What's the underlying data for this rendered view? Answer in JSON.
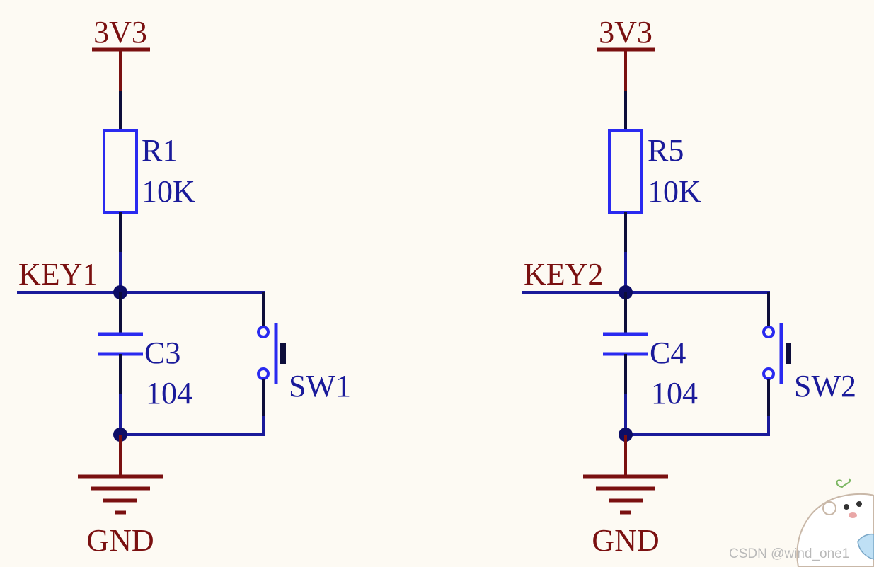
{
  "colors": {
    "background": "#fdfaf3",
    "power_and_net_label": "#7a1010",
    "component_and_wire": "#1a1a9a",
    "pin": "#0d0d3a",
    "component_body": "#2a2af0",
    "junction": "#0d0d66"
  },
  "circuits": [
    {
      "power_label": "3V3",
      "resistor_ref": "R1",
      "resistor_value": "10K",
      "net_label": "KEY1",
      "capacitor_ref": "C3",
      "capacitor_value": "104",
      "switch_ref": "SW1",
      "ground_label": "GND"
    },
    {
      "power_label": "3V3",
      "resistor_ref": "R5",
      "resistor_value": "10K",
      "net_label": "KEY2",
      "capacitor_ref": "C4",
      "capacitor_value": "104",
      "switch_ref": "SW2",
      "ground_label": "GND"
    }
  ],
  "watermark": {
    "text": "CSDN @wind_one1",
    "icon": "bear-mascot-icon"
  }
}
